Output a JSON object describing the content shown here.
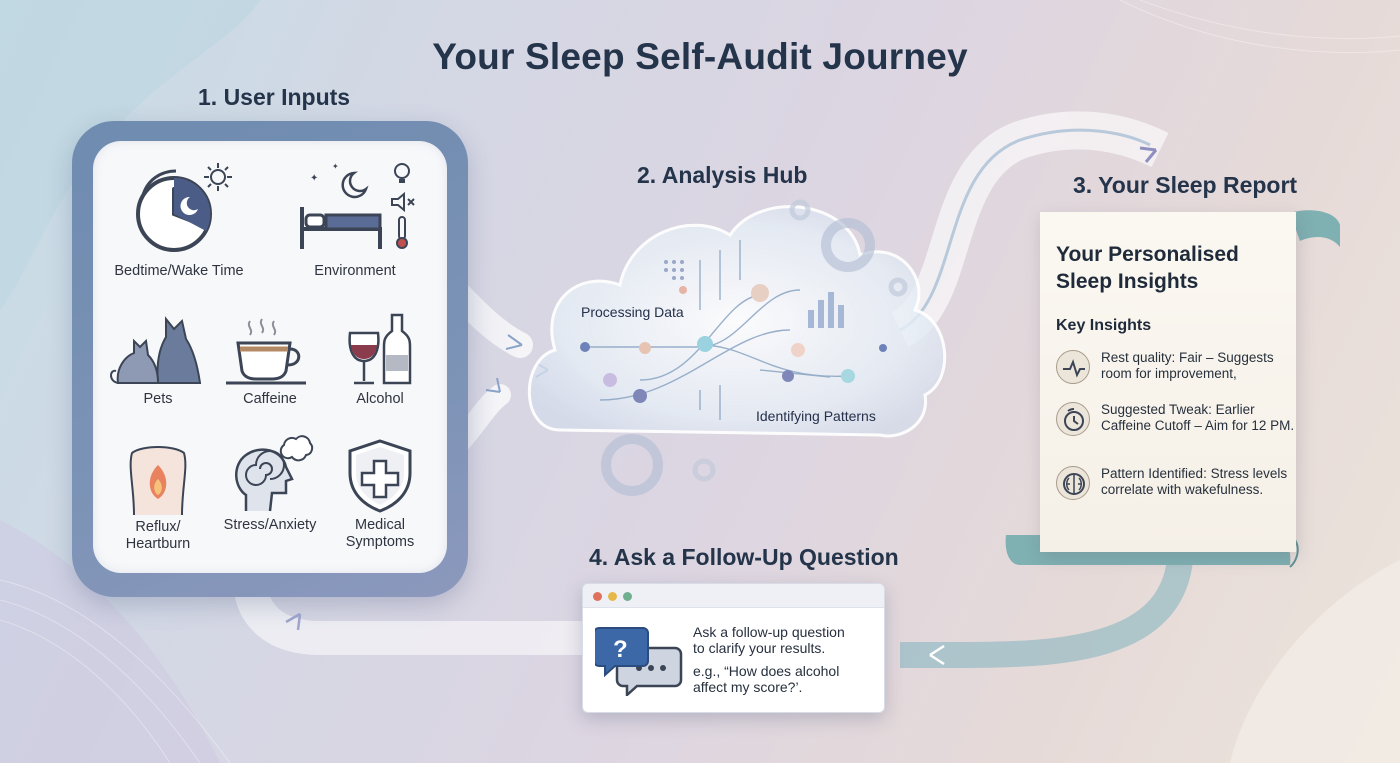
{
  "title": "Your Sleep Self-Audit Journey",
  "inputs": {
    "heading": "1. User Inputs",
    "items": [
      {
        "label": "Bedtime/Wake Time",
        "icon": "clock-moon-icon"
      },
      {
        "label": "Environment",
        "icon": "bed-environment-icon"
      },
      {
        "label": "Pets",
        "icon": "pets-icon"
      },
      {
        "label": "Caffeine",
        "icon": "coffee-cup-icon"
      },
      {
        "label": "Alcohol",
        "icon": "wine-bottle-icon"
      },
      {
        "label": "Reflux/\nHeartburn",
        "icon": "torso-flame-icon"
      },
      {
        "label": "Stress/Anxiety",
        "icon": "head-swirl-icon"
      },
      {
        "label": "Medical\nSymptoms",
        "icon": "medical-shield-icon"
      }
    ]
  },
  "hub": {
    "heading": "2. Analysis Hub",
    "processing_label": "Processing Data",
    "patterns_label": "Identifying Patterns"
  },
  "report": {
    "heading": "3. Your Sleep Report",
    "title_line1": "Your Personalised",
    "title_line2": "Sleep Insights",
    "insights_heading": "Key Insights",
    "insights": [
      {
        "text": "Rest quality: Fair – Suggests room for improvement,",
        "icon": "heartbeat-icon"
      },
      {
        "text": "Suggested Tweak: Earlier Caffeine Cutoff – Aim for 12 PM.",
        "icon": "timer-icon"
      },
      {
        "text": "Pattern Identified: Stress levels correlate with wakefulness.",
        "icon": "brain-icon"
      }
    ]
  },
  "followup": {
    "heading": "4. Ask a Follow-Up Question",
    "line1": "Ask a follow-up question",
    "line2": "to clarify your results.",
    "example1": "e.g., “How does alcohol",
    "example2": "affect my score?’."
  },
  "colors": {
    "title": "#24344a",
    "panel_frame": "#7890b4",
    "flow_teal": "#7fb3be",
    "scroll_teal": "#7fb0b2",
    "dot_red": "#e0705c",
    "dot_yellow": "#e6b84a",
    "dot_green": "#6fae8f"
  }
}
